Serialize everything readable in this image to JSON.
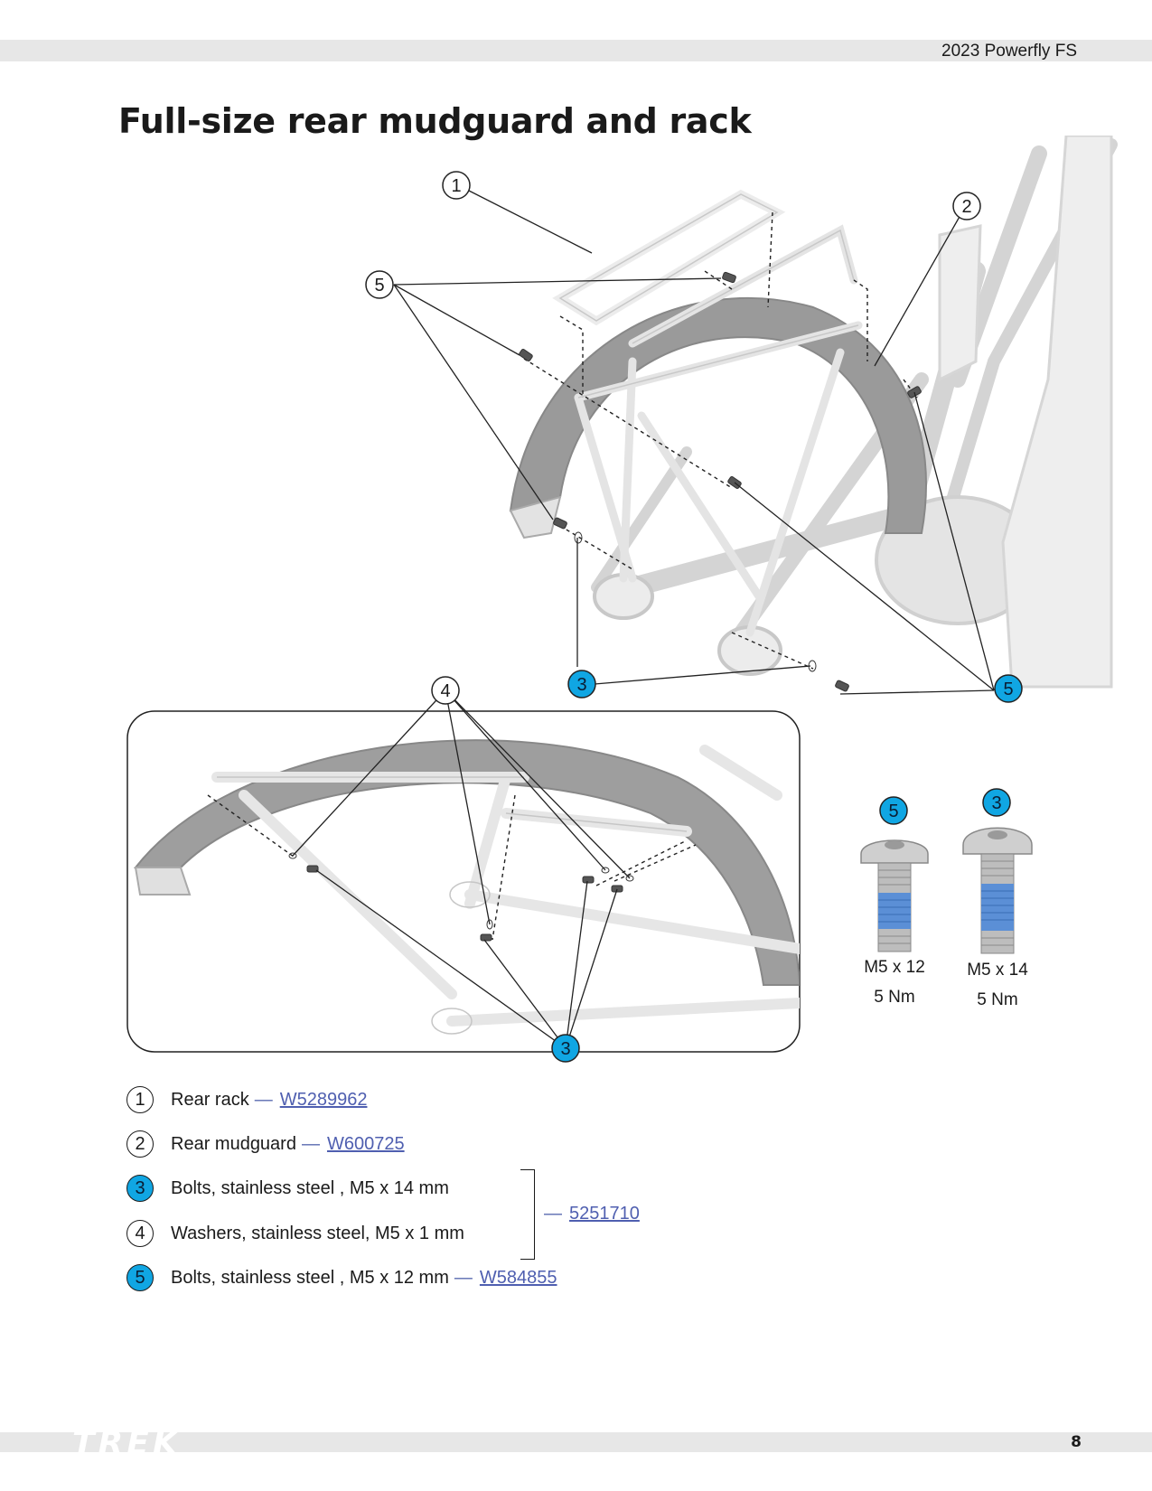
{
  "header": {
    "model": "2023 Powerfly FS"
  },
  "title": "Full-size rear mudguard and rack",
  "callouts": {
    "n1": "1",
    "n2": "2",
    "n3": "3",
    "n4": "4",
    "n5": "5"
  },
  "fasteners": [
    {
      "badge": "5",
      "size": "M5 x 12",
      "torque": "5 Nm"
    },
    {
      "badge": "3",
      "size": "M5 x 14",
      "torque": "5 Nm"
    }
  ],
  "legend": {
    "items": [
      {
        "badge": "1",
        "text": "Rear rack",
        "part": "W5289962"
      },
      {
        "badge": "2",
        "text": "Rear mudguard",
        "part": "W600725"
      },
      {
        "badge": "3",
        "text": "Bolts, stainless steel , M5 x 14 mm"
      },
      {
        "badge": "4",
        "text": "Washers, stainless steel, M5 x 1 mm"
      },
      {
        "badge": "5",
        "text": "Bolts, stainless steel , M5 x 12 mm",
        "part": "W584855"
      }
    ],
    "kit_part": "5251710"
  },
  "footer": {
    "brand": "TREK",
    "page": "8"
  },
  "colors": {
    "callout_blue": "#10a6e3",
    "thread_blue": "#5b8fd6",
    "link": "#4f5fb0"
  }
}
